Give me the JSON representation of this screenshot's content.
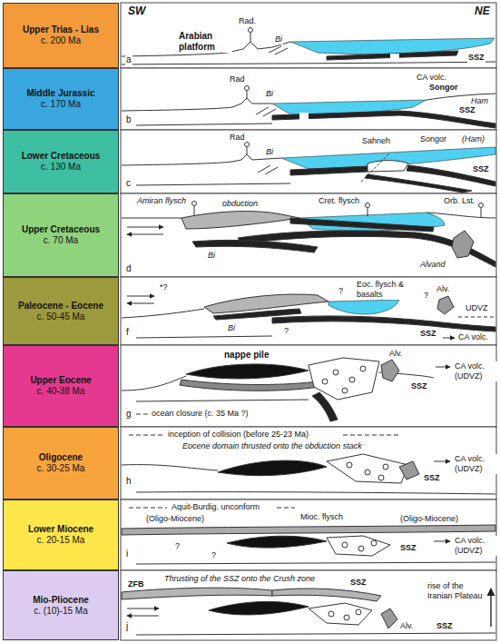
{
  "diagram": {
    "nodes": [
      {
        "text": [
          "Upper Trias - Lias",
          "c. 200 Ma"
        ]
      },
      {
        "text": [
          "Middle Jurassic",
          "c. 170 Ma"
        ]
      },
      {
        "text": [
          "Lower Cretaceous",
          "c. 130 Ma"
        ]
      },
      {
        "text": [
          "Upper Cretaceous",
          "c. 70 Ma"
        ]
      },
      {
        "text": [
          "Paleocene - Eocene",
          "c. 50-45 Ma"
        ]
      },
      {
        "text": [
          "Upper Eocene",
          "c. 40-38 Ma"
        ]
      },
      {
        "text": [
          "Oligocene",
          "c. 30-25 Ma"
        ]
      },
      {
        "text": [
          "Lower Miocene",
          "c. 20-15 Ma"
        ]
      },
      {
        "text": [
          "Mio-Pliocene",
          "c. (10)-15 Ma"
        ]
      }
    ],
    "labels": [
      "SW",
      "NE",
      "Rad.",
      "Bi",
      "Arabian platform",
      "SSZ",
      "a",
      "Rad",
      "Bi",
      "CA volc.",
      "Songor",
      "Ham",
      "SSZ",
      "b",
      "Rad",
      "Bi",
      "Sahneh",
      "Songor",
      "(Ham)",
      "SSZ",
      "c",
      "Amiran flysch",
      "obduction",
      "Bi",
      "Cret. flysch",
      "Orb. Lst.",
      "Alvand",
      "d",
      "*?",
      "Eoc. flysch & basalts",
      "?",
      "?",
      "Alv.",
      "UDVZ",
      "Bi",
      "SSZ",
      "?",
      "CA volc.",
      "f",
      "nappe pile",
      "Alv.",
      "SSZ",
      "CA volc. (UDVZ)",
      "ocean closure (c. 35 Ma ?)",
      "g",
      "inception of collision (before 25-23 Ma)",
      "Eocene domain thrusted onto the obduction stack",
      "SSZ",
      "CA volc. (UDVZ)",
      "h",
      "Aquit-Burdig. unconform",
      "(Oligo-Miocene)",
      "Mioc. flysch",
      "(Oligo-Miocene)",
      "?",
      "?",
      "SSZ",
      "CA volc. (UDVZ)",
      "i",
      "ZFB",
      "Thrusting of the SSZ onto the Crush zone",
      "SSZ",
      "SSZ",
      "rise of the Iranian Plateau",
      "Alv.",
      "j"
    ]
  }
}
